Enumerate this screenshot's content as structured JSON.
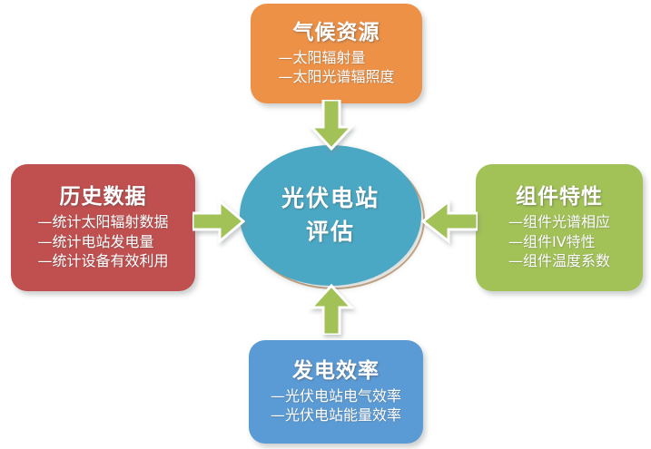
{
  "diagram": {
    "center": {
      "label_lines": [
        "光伏电站",
        "评估"
      ],
      "color": "#4BA8C4",
      "ring_color": "#C8A884"
    },
    "nodes": [
      {
        "id": "climate",
        "position": "top",
        "title": "气候资源",
        "color": "#ED9147",
        "items": [
          "—太阳辐射量",
          "—太阳光谱辐照度"
        ]
      },
      {
        "id": "history",
        "position": "left",
        "title": "历史数据",
        "color": "#C04F4F",
        "items": [
          "—统计太阳辐射数据",
          "—统计电站发电量",
          "—统计设备有效利用"
        ]
      },
      {
        "id": "module",
        "position": "right",
        "title": "组件特性",
        "color": "#A2C257",
        "items": [
          "—组件光谱相应",
          "—组件IV特性",
          "—组件温度系数"
        ]
      },
      {
        "id": "efficiency",
        "position": "bottom",
        "title": "发电效率",
        "color": "#5B9BD5",
        "items": [
          "—光伏电站电气效率",
          "—光伏电站能量效率"
        ]
      }
    ],
    "arrows": [
      {
        "id": "top",
        "direction": "down",
        "from": "climate",
        "to": "center",
        "color": "#A2C257"
      },
      {
        "id": "left",
        "direction": "right",
        "from": "history",
        "to": "center",
        "color": "#A2C257"
      },
      {
        "id": "right",
        "direction": "left",
        "from": "module",
        "to": "center",
        "color": "#A2C257"
      },
      {
        "id": "bottom",
        "direction": "up",
        "from": "efficiency",
        "to": "center",
        "color": "#A2C257"
      }
    ]
  }
}
